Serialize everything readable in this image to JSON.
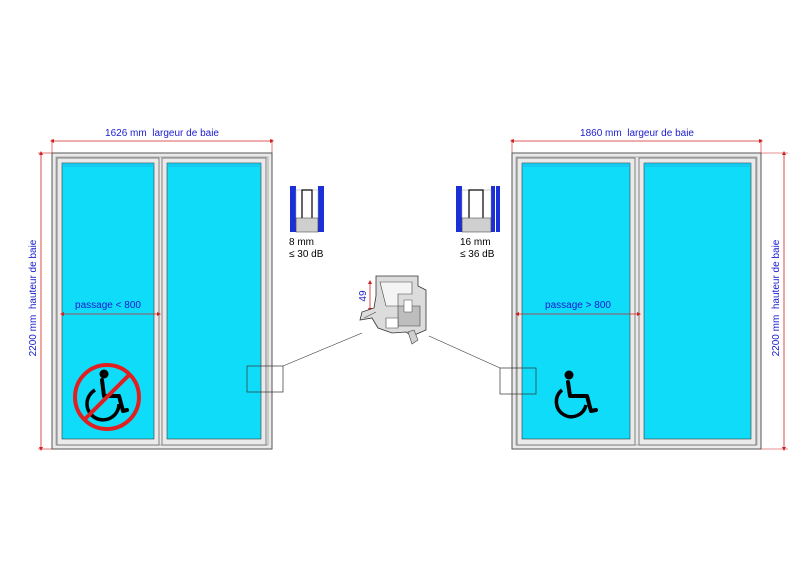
{
  "colors": {
    "glass": "#0fdcf8",
    "glass_shade": "#17b8e8",
    "frame": "#eaeaea",
    "frame_edge": "#555555",
    "dimension": "#d02020",
    "dimension_text": "#1a1ad0",
    "glazing_blue": "#1a2fd8",
    "no_sign": "#e02020"
  },
  "left_door": {
    "width_label": "1626 mm  largeur de baie",
    "height_label": "2200 mm  hauteur de baie",
    "passage_label": "passage < 800",
    "symbol": "wheelchair-prohibited"
  },
  "right_door": {
    "width_label": "1860 mm  largeur de baie",
    "height_label": "2200 mm  hauteur de baie",
    "passage_label": "passage > 800",
    "symbol": "wheelchair-accessible"
  },
  "glazing_left": {
    "thickness": "8 mm",
    "acoustic": "≤ 30 dB"
  },
  "glazing_right": {
    "thickness": "16 mm",
    "acoustic": "≤ 36 dB"
  },
  "threshold": {
    "height_label": "49"
  }
}
